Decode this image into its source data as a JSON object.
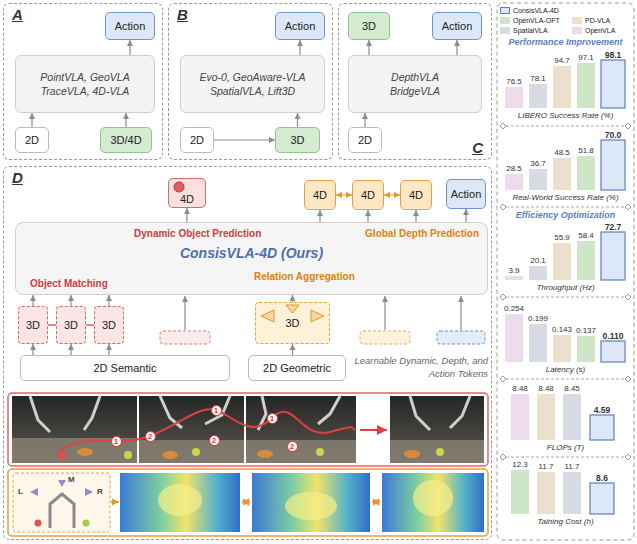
{
  "diagram": {
    "nodes": [
      {
        "text": [
          "A"
        ]
      },
      {
        "text": [
          "Action"
        ],
        "in": 0
      },
      {
        "text": [
          "PointVLA, GeoVLA TraceVLA, 4D-VLA"
        ],
        "in": 0
      },
      {
        "text": [
          "2D"
        ],
        "in": 0
      },
      {
        "text": [
          "3D/4D"
        ],
        "in": 0
      },
      {
        "text": [
          "B"
        ]
      },
      {
        "text": [
          "Action"
        ],
        "in": 5
      },
      {
        "text": [
          "Evo-0, GeoAware-VLA SpatialVLA, Lift3D"
        ],
        "in": 5
      },
      {
        "text": [
          "2D"
        ],
        "in": 5
      },
      {
        "text": [
          "3D"
        ],
        "in": 5
      },
      {
        "text": [
          "C"
        ]
      },
      {
        "text": [
          "3D"
        ],
        "in": 10
      },
      {
        "text": [
          "Action"
        ],
        "in": 10
      },
      {
        "text": [
          "DepthVLA BridgeVLA"
        ],
        "in": 10
      },
      {
        "text": [
          "2D"
        ],
        "in": 10
      },
      {
        "text": [
          "D"
        ]
      },
      {
        "text": [
          "4D"
        ],
        "in": 15
      },
      {
        "text": [
          "4D"
        ],
        "in": 15
      },
      {
        "text": [
          "4D"
        ],
        "in": 15
      },
      {
        "text": [
          "4D"
        ],
        "in": 15
      },
      {
        "text": [
          "Action"
        ],
        "in": 15
      },
      {
        "text": [
          "Dynamic Object Prediction",
          "Global Depth Prediction",
          "ConsisVLA-4D (Ours)",
          "Object Matching",
          "Relation Aggregation"
        ],
        "in": 15
      },
      {
        "text": [
          "3D"
        ],
        "in": 15
      },
      {
        "text": [
          "3D"
        ],
        "in": 15
      },
      {
        "text": [
          "3D"
        ],
        "in": 15
      },
      {
        "text": [
          "3D"
        ],
        "in": 15
      },
      {
        "text": [
          "2D Semantic"
        ],
        "in": 15
      },
      {
        "text": [
          "2D Geometric"
        ],
        "in": 15
      }
    ],
    "edges": [
      {
        "from": 3,
        "to": 2,
        "arrow": "to"
      },
      {
        "from": 4,
        "to": 2,
        "arrow": "to"
      },
      {
        "from": 2,
        "to": 1,
        "arrow": "to"
      },
      {
        "from": 8,
        "to": 9,
        "arrow": "to"
      },
      {
        "from": 9,
        "to": 7,
        "arrow": "to"
      },
      {
        "from": 7,
        "to": 6,
        "arrow": "to"
      },
      {
        "from": 14,
        "to": 13,
        "arrow": "to"
      },
      {
        "from": 13,
        "to": 11,
        "arrow": "to"
      },
      {
        "from": 13,
        "to": 12,
        "arrow": "to"
      },
      {
        "from": 21,
        "to": 16,
        "arrow": "to"
      },
      {
        "from": 21,
        "to": 17,
        "arrow": "to"
      },
      {
        "from": 21,
        "to": 18,
        "arrow": "to"
      },
      {
        "from": 21,
        "to": 19,
        "arrow": "to"
      },
      {
        "from": 21,
        "to": 20,
        "arrow": "to"
      },
      {
        "from": 17,
        "to": 18,
        "arrow": "both"
      },
      {
        "from": 18,
        "to": 19,
        "arrow": "both"
      },
      {
        "from": 26,
        "to": 22,
        "arrow": "to"
      },
      {
        "from": 26,
        "to": 23,
        "arrow": "to"
      },
      {
        "from": 26,
        "to": 24,
        "arrow": "to"
      },
      {
        "from": 27,
        "to": 25,
        "arrow": "to"
      },
      {
        "from": 22,
        "to": 21,
        "arrow": "to"
      },
      {
        "from": 23,
        "to": 21,
        "arrow": "to"
      },
      {
        "from": 24,
        "to": 21,
        "arrow": "to"
      },
      {
        "from": 25,
        "to": 21,
        "arrow": "to"
      },
      {
        "from": 22,
        "to": 23,
        "arrow": "none"
      },
      {
        "from": 23,
        "to": 24,
        "arrow": "none"
      }
    ],
    "labels": [
      "Learnable Dynamic, Depth, and Action Tokens",
      "1",
      "2",
      "1",
      "2",
      "1",
      "2",
      "L",
      "M",
      "R",
      "Performance Improvement",
      "76.5",
      "78.1",
      "94.7",
      "97.1",
      "98.1",
      "LIBERO Success Rate (%)",
      "28.5",
      "36.7",
      "48.5",
      "51.8",
      "70.0",
      "Real-World Success Rate (%)",
      "Efficiency Optimization",
      "3.9",
      "20.1",
      "55.9",
      "58.4",
      "72.7",
      "Throughput (Hz)",
      "0.254",
      "0.199",
      "0.143",
      "0.137",
      "0.110",
      "Latency (s)",
      "8.48",
      "8.48",
      "8.45",
      "4.59",
      "FLOPs (T)",
      "12.3",
      "11.7",
      "11.7",
      "8.6",
      "Taining Cost (h)"
    ],
    "legend": [
      {
        "text": "ConsisVLA-4D",
        "color": "#dce8f8"
      },
      {
        "text": "OpenVLA-OFT",
        "color": "#cde6c8"
      },
      {
        "text": "PD-VLA",
        "color": "#ebe0cc"
      },
      {
        "text": "SpatialVLA",
        "color": "#d9dbe4"
      },
      {
        "text": "OpenVLA",
        "color": "#ecdcec"
      }
    ]
  }
}
